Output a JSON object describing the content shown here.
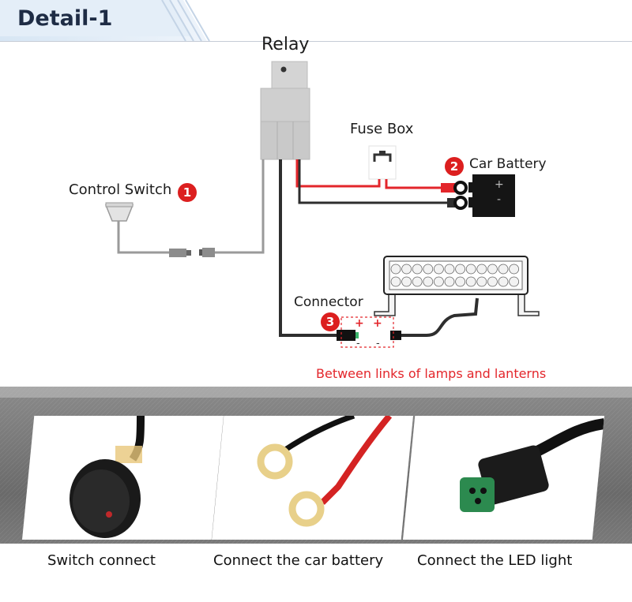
{
  "header": {
    "title": "Detail-1"
  },
  "diagram": {
    "relay_label": "Relay",
    "fuse_box_label": "Fuse Box",
    "control_switch_label": "Control Switch",
    "car_battery_label": "Car Battery",
    "connector_label": "Connector",
    "between_links_note": "Between links of lamps and lanterns",
    "badges": [
      "1",
      "2",
      "3"
    ],
    "battery_plus": "+",
    "battery_minus": "-",
    "connector_plus_left": "+",
    "connector_plus_right": "+",
    "connector_minus_left": "-",
    "connector_minus_right": "-"
  },
  "photos": [
    {
      "caption": "Switch connect",
      "icon": "rocker-switch-photo"
    },
    {
      "caption": "Connect the car battery",
      "icon": "ring-terminals-photo"
    },
    {
      "caption": "Connect the LED light",
      "icon": "dt-connector-photo"
    }
  ],
  "colors": {
    "header_text": "#1e2c45",
    "badge": "#dc1f1f",
    "red_wire": "#e3262b",
    "black_wire": "#2e2e2e",
    "grey_wire": "#9a9a9a",
    "note_text": "#e3262b",
    "panel_background": "#707070"
  }
}
